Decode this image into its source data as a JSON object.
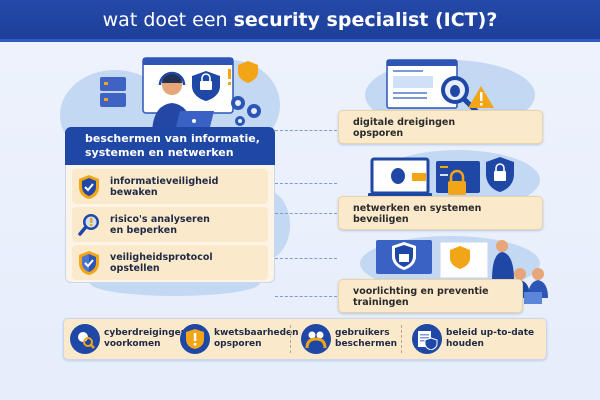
{
  "header": {
    "title_light": "wat doet een",
    "title_bold": "security specialist (ICT)?"
  },
  "main_card": {
    "title_line1": "beschermen van informatie,",
    "title_line2": "systemen en netwerken",
    "items": [
      {
        "line1": "informatieveiligheid",
        "line2": "bewaken",
        "icon": "shield-check-icon"
      },
      {
        "line1": "risico's analyseren",
        "line2": "en beperken",
        "icon": "magnifier-icon"
      },
      {
        "line1": "veiligheidsprotocol",
        "line2": "opstellen",
        "icon": "shield-check-icon"
      }
    ]
  },
  "side_cards": [
    {
      "line1": "digitale dreigingen",
      "line2": "opsporen",
      "icon": "bug-magnifier-warning-icon"
    },
    {
      "line1": "netwerken en systemen",
      "line2": "beveiligen",
      "icon": "laptop-server-lock-icon"
    },
    {
      "line1": "voorlichting en preventie",
      "line2": "trainingen",
      "icon": "presentation-training-icon"
    }
  ],
  "bottom_bar": [
    {
      "line1": "cyberdreigingen",
      "line2": "voorkomen",
      "icon": "virus-magnifier-icon"
    },
    {
      "line1": "kwetsbaarheden",
      "line2": "opsporen",
      "icon": "shield-warning-icon"
    },
    {
      "line1": "gebruikers",
      "line2": "beschermen",
      "icon": "users-icon"
    },
    {
      "line1": "beleid up-to-date",
      "line2": "houden",
      "icon": "document-shield-icon"
    }
  ],
  "colors": {
    "primary_blue": "#1f47a6",
    "card_beige": "#fbe9cc",
    "accent_orange": "#f2a516",
    "background": "#eef3fc"
  }
}
